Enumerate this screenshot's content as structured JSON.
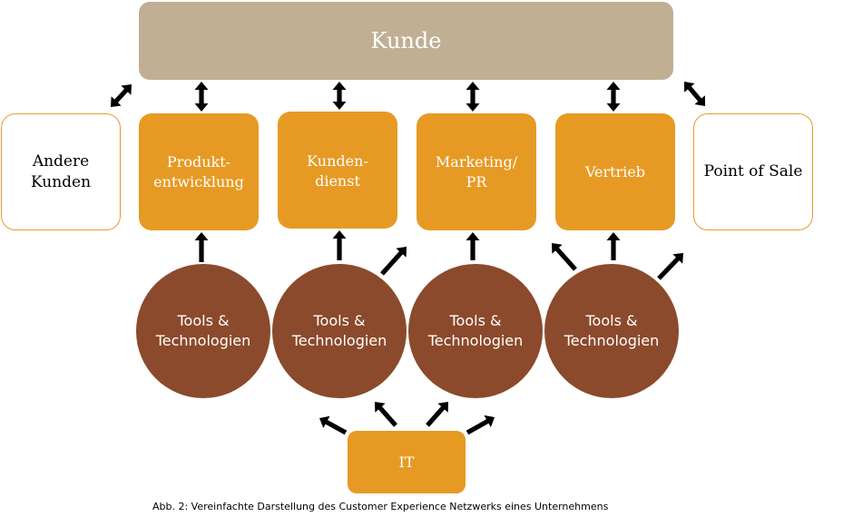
{
  "customer": {
    "label": "Kunde",
    "color": "#c1af94"
  },
  "side_nodes": [
    {
      "id": "andere-kunden",
      "lines": [
        "Andere",
        "Kunden"
      ]
    },
    {
      "id": "point-of-sale",
      "lines": [
        "Point of Sale"
      ]
    }
  ],
  "departments": [
    {
      "id": "produktentwicklung",
      "lines": [
        "Produkt-",
        "entwicklung"
      ]
    },
    {
      "id": "kundendienst",
      "lines": [
        "Kunden-",
        "dienst"
      ]
    },
    {
      "id": "marketing-pr",
      "lines": [
        "Marketing/",
        "PR"
      ]
    },
    {
      "id": "vertrieb",
      "lines": [
        "Vertrieb"
      ]
    }
  ],
  "tools": [
    {
      "lines": [
        "Tools &",
        "Technologien"
      ]
    },
    {
      "lines": [
        "Tools &",
        "Technologien"
      ]
    },
    {
      "lines": [
        "Tools &",
        "Technologien"
      ]
    },
    {
      "lines": [
        "Tools &",
        "Technologien"
      ]
    }
  ],
  "it": {
    "label": "IT"
  },
  "caption": "Abb. 2: Vereinfachte Darstellung des Customer Experience Netzwerks eines Unternehmens",
  "colors": {
    "department": "#e69a24",
    "tools": "#8b4a2b",
    "side_border": "#e69a2e",
    "arrow": "#000000"
  }
}
